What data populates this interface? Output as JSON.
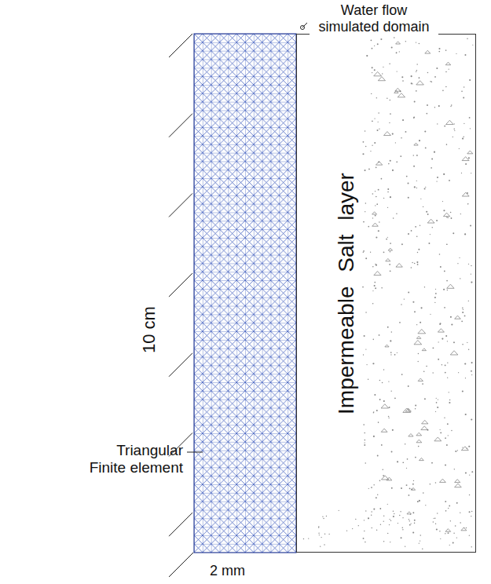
{
  "diagram": {
    "nodes": [
      {
        "text": [
          "Impermeable Salt layer"
        ]
      }
    ],
    "labels": [
      "Water flow simulated domain",
      "10 cm",
      "Triangular Finite element",
      "2 mm"
    ]
  }
}
